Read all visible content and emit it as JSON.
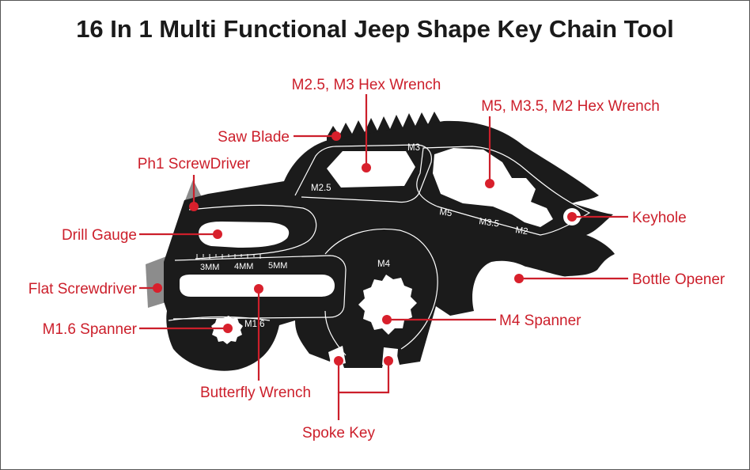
{
  "title": "16 In 1 Multi Functional Jeep Shape Key Chain Tool",
  "labels": {
    "hex_m25_m3": "M2.5, M3 Hex Wrench",
    "hex_m5_m35_m2": "M5, M3.5, M2 Hex Wrench",
    "saw_blade": "Saw Blade",
    "ph1_screwdriver": "Ph1 ScrewDriver",
    "drill_gauge": "Drill Gauge",
    "keyhole": "Keyhole",
    "flat_screwdriver": "Flat Screwdriver",
    "bottle_opener": "Bottle Opener",
    "m16_spanner": "M1.6 Spanner",
    "m4_spanner": "M4 Spanner",
    "butterfly_wrench": "Butterfly Wrench",
    "spoke_key": "Spoke Key"
  },
  "markings": {
    "m3": "M3",
    "m25": "M2.5",
    "m5": "M5",
    "m35": "M3.5",
    "m2": "M2",
    "mm3": "3MM",
    "mm4": "4MM",
    "mm5": "5MM",
    "m4": "M4",
    "m16": "M1.6"
  },
  "colors": {
    "label": "#cc1f2b",
    "tool": "#1b1b1b",
    "engraving": "#ffffff"
  }
}
